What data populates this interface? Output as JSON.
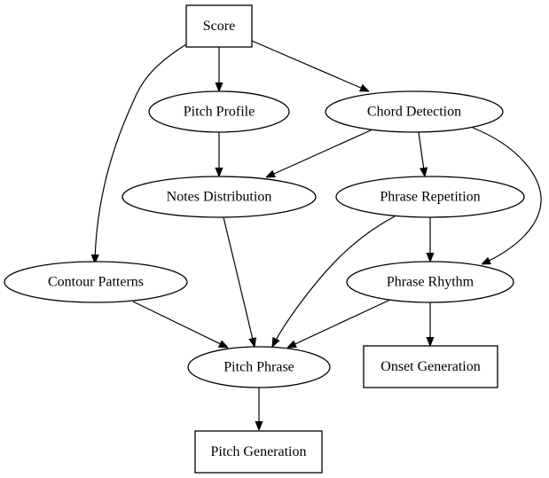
{
  "diagram": {
    "nodes": {
      "score": "Score",
      "pitch_profile": "Pitch Profile",
      "chord_detection": "Chord Detection",
      "notes_distribution": "Notes Distribution",
      "phrase_repetition": "Phrase Repetition",
      "contour_patterns": "Contour Patterns",
      "phrase_rhythm": "Phrase Rhythm",
      "pitch_phrase": "Pitch Phrase",
      "onset_generation": "Onset Generation",
      "pitch_generation": "Pitch Generation"
    },
    "edges": [
      {
        "from": "score",
        "to": "pitch_profile"
      },
      {
        "from": "score",
        "to": "chord_detection"
      },
      {
        "from": "score",
        "to": "contour_patterns"
      },
      {
        "from": "pitch_profile",
        "to": "notes_distribution"
      },
      {
        "from": "chord_detection",
        "to": "notes_distribution"
      },
      {
        "from": "chord_detection",
        "to": "phrase_repetition"
      },
      {
        "from": "chord_detection",
        "to": "phrase_rhythm"
      },
      {
        "from": "notes_distribution",
        "to": "pitch_phrase"
      },
      {
        "from": "phrase_repetition",
        "to": "phrase_rhythm"
      },
      {
        "from": "phrase_repetition",
        "to": "pitch_phrase"
      },
      {
        "from": "contour_patterns",
        "to": "pitch_phrase"
      },
      {
        "from": "phrase_rhythm",
        "to": "pitch_phrase"
      },
      {
        "from": "phrase_rhythm",
        "to": "onset_generation"
      },
      {
        "from": "pitch_phrase",
        "to": "pitch_generation"
      }
    ]
  }
}
